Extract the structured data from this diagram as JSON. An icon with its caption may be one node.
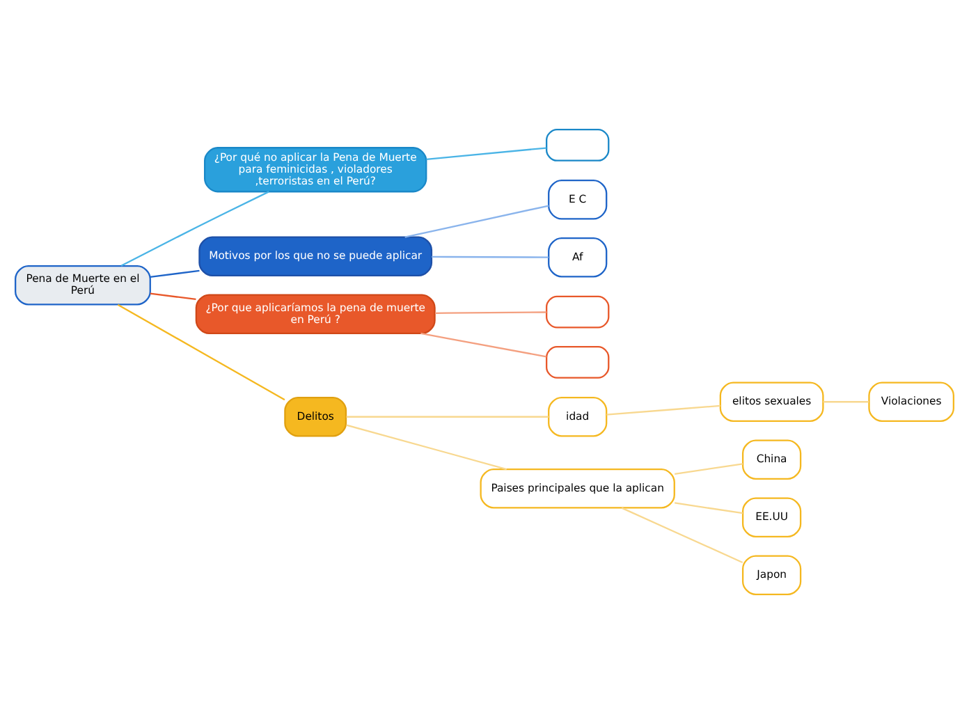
{
  "diagram": {
    "nodes": [
      {
        "text": [
          "Pena de Muerte en el Perú"
        ]
      },
      {
        "text": [
          "¿Por qué no aplicar la Pena de Muerte para feminicidas , violadores ,terroristas en el Perú?"
        ]
      },
      {
        "text": [],
        "shape": "box"
      },
      {
        "text": [
          "Motivos por los que no se puede aplicar"
        ]
      },
      {
        "text": [
          "E C"
        ]
      },
      {
        "text": [
          "Af"
        ]
      },
      {
        "text": [
          "¿Por que aplicaríamos la pena de muerte en Perú ?"
        ]
      },
      {
        "text": [],
        "shape": "box"
      },
      {
        "text": [],
        "shape": "box"
      },
      {
        "text": [
          "Delitos"
        ]
      },
      {
        "text": [
          "idad"
        ]
      },
      {
        "text": [
          "Paises principales que la aplican"
        ]
      },
      {
        "text": [
          "elitos sexuales"
        ]
      },
      {
        "text": [
          "Violaciones"
        ]
      },
      {
        "text": [
          "China"
        ]
      },
      {
        "text": [
          "EE.UU"
        ]
      },
      {
        "text": [
          "Japon"
        ]
      }
    ],
    "edges": [
      {
        "from": 0,
        "to": 1,
        "arrow": "none",
        "color": "#4ab4e6"
      },
      {
        "from": 1,
        "to": 2,
        "arrow": "none",
        "color": "#4ab4e6"
      },
      {
        "from": 0,
        "to": 3,
        "arrow": "none",
        "color": "#1e64c8"
      },
      {
        "from": 3,
        "to": 4,
        "arrow": "none",
        "color": "#8ab4ec"
      },
      {
        "from": 3,
        "to": 5,
        "arrow": "none",
        "color": "#8ab4ec"
      },
      {
        "from": 0,
        "to": 6,
        "arrow": "none",
        "color": "#e8582a"
      },
      {
        "from": 6,
        "to": 7,
        "arrow": "none",
        "color": "#f4a080"
      },
      {
        "from": 6,
        "to": 8,
        "arrow": "none",
        "color": "#f4a080"
      },
      {
        "from": 0,
        "to": 9,
        "arrow": "none",
        "color": "#f5b820"
      },
      {
        "from": 9,
        "to": 10,
        "arrow": "none",
        "color": "#f8d890"
      },
      {
        "from": 9,
        "to": 11,
        "arrow": "none",
        "color": "#f8d890"
      },
      {
        "from": 10,
        "to": 12,
        "arrow": "none",
        "color": "#f8d890"
      },
      {
        "from": 12,
        "to": 13,
        "arrow": "none",
        "color": "#f8d890"
      },
      {
        "from": 11,
        "to": 14,
        "arrow": "none",
        "color": "#f8d890"
      },
      {
        "from": 11,
        "to": 15,
        "arrow": "none",
        "color": "#f8d890"
      },
      {
        "from": 11,
        "to": 16,
        "arrow": "none",
        "color": "#f8d890"
      }
    ]
  }
}
